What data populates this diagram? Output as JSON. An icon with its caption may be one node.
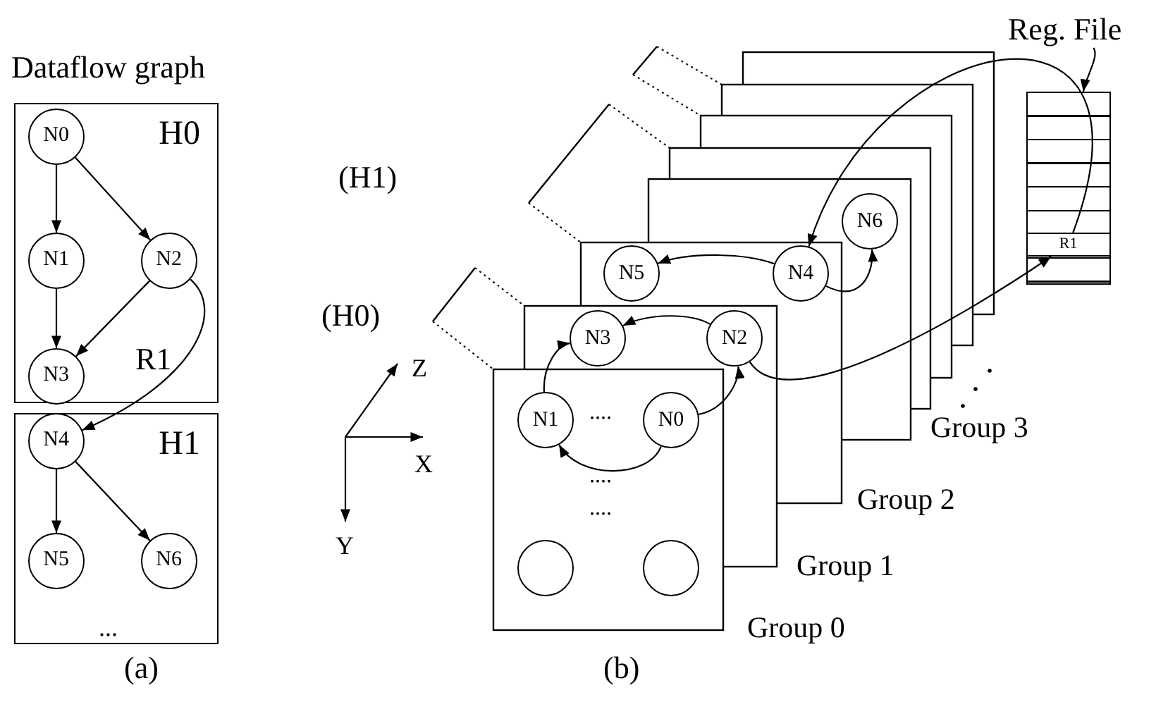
{
  "diagram": {
    "nodes": [
      {
        "text": [
          "H0"
        ]
      },
      {
        "text": [
          "N0"
        ],
        "in": 0
      },
      {
        "text": [
          "N1"
        ],
        "in": 0
      },
      {
        "text": [
          "N2"
        ],
        "in": 0
      },
      {
        "text": [
          "N3"
        ],
        "in": 0
      },
      {
        "text": [
          "H1"
        ]
      },
      {
        "text": [
          "N4"
        ],
        "in": 5
      },
      {
        "text": [
          "N5"
        ],
        "in": 5
      },
      {
        "text": [
          "N6"
        ],
        "in": 5
      },
      {
        "text": [
          "N1"
        ]
      },
      {
        "text": [
          "N0"
        ]
      },
      {
        "text": [],
        "shape": "circle"
      },
      {
        "text": [],
        "shape": "circle"
      },
      {
        "text": [
          "N3"
        ]
      },
      {
        "text": [
          "N2"
        ]
      },
      {
        "text": [
          "N5"
        ]
      },
      {
        "text": [
          "N4"
        ]
      },
      {
        "text": [
          "N6"
        ]
      },
      {
        "text": [
          "Reg. File"
        ]
      },
      {
        "text": [],
        "shape": "box"
      },
      {
        "text": [
          "R1"
        ],
        "in": 19
      }
    ],
    "edges": [
      {
        "from": 1,
        "to": 2,
        "arrow": "to"
      },
      {
        "from": 1,
        "to": 3,
        "arrow": "to"
      },
      {
        "from": 2,
        "to": 4,
        "arrow": "to"
      },
      {
        "from": 3,
        "to": 4,
        "arrow": "to"
      },
      {
        "from": 3,
        "to": 6,
        "arrow": "to",
        "label": "R1"
      },
      {
        "from": 6,
        "to": 7,
        "arrow": "to"
      },
      {
        "from": 6,
        "to": 8,
        "arrow": "to"
      },
      {
        "from": 10,
        "to": 9,
        "arrow": "to"
      },
      {
        "from": 9,
        "to": 13,
        "arrow": "to"
      },
      {
        "from": 10,
        "to": 14,
        "arrow": "to"
      },
      {
        "from": 14,
        "to": 13,
        "arrow": "to"
      },
      {
        "from": 14,
        "to": 20,
        "arrow": "to"
      },
      {
        "from": 20,
        "to": 16,
        "arrow": "to"
      },
      {
        "from": 16,
        "to": 15,
        "arrow": "to"
      },
      {
        "from": 16,
        "to": 17,
        "arrow": "to"
      },
      {
        "from": 18,
        "to": 19,
        "arrow": "to"
      }
    ],
    "labels": [
      "Dataflow graph",
      "...",
      "(a)",
      "(H1)",
      "(H0)",
      "Z",
      "X",
      "Y",
      "....",
      "....",
      "....",
      "Group 3",
      "Group 2",
      "Group 1",
      "Group 0",
      "(b)"
    ]
  }
}
